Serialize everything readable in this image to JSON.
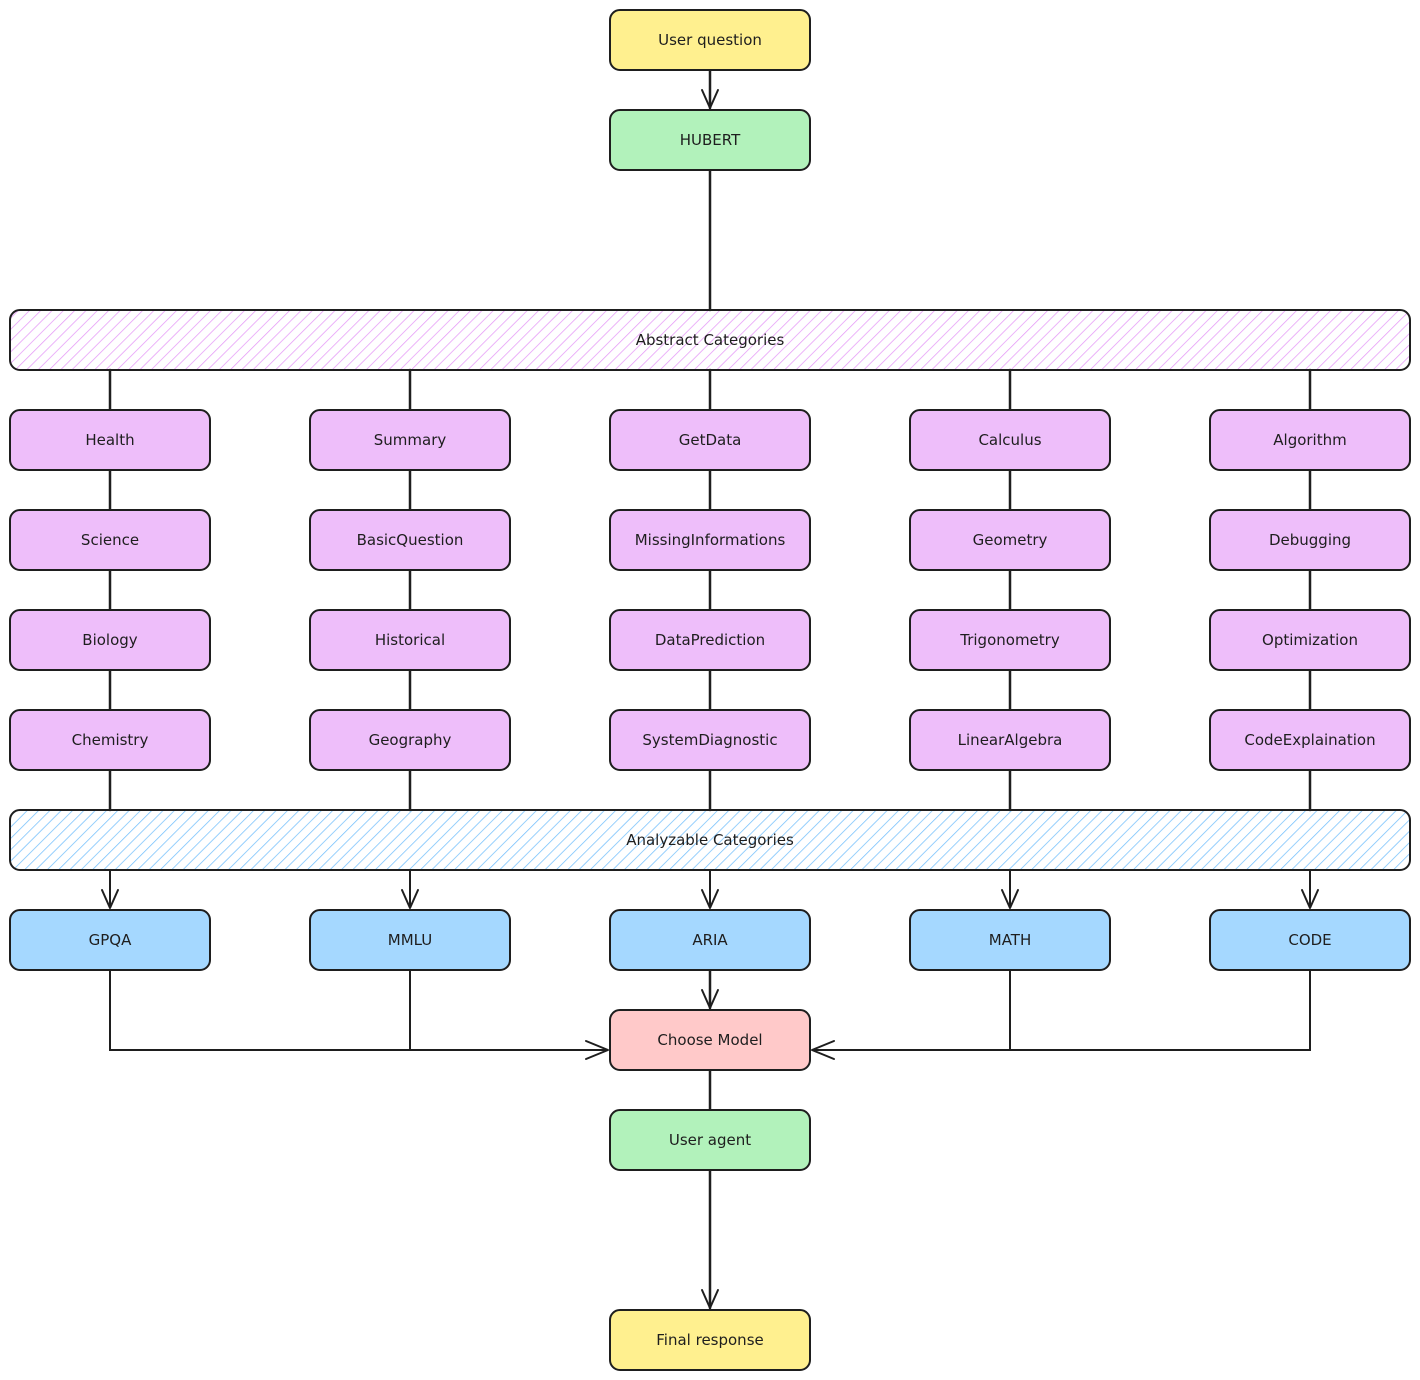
{
  "colors": {
    "yellow": "#fff08f",
    "green": "#b2f2bb",
    "purple": "#eebefa",
    "blue": "#a5d8ff",
    "pink": "#ffc9c9",
    "purple_hatch": "#e599f7",
    "blue_hatch": "#74c0fc",
    "stroke": "#1e1e1e"
  },
  "flow": {
    "user_question": "User question",
    "hubert": "HUBERT",
    "choose_model": "Choose Model",
    "user_agent": "User agent",
    "final_response": "Final response"
  },
  "abstract_bar": {
    "label": "Abstract Categories"
  },
  "analyzable_bar": {
    "label": "Analyzable Categories"
  },
  "columns": [
    {
      "categories": [
        "Health",
        "Science",
        "Biology",
        "Chemistry"
      ],
      "benchmark": "GPQA"
    },
    {
      "categories": [
        "Summary",
        "BasicQuestion",
        "Historical",
        "Geography"
      ],
      "benchmark": "MMLU"
    },
    {
      "categories": [
        "GetData",
        "MissingInformations",
        "DataPrediction",
        "SystemDiagnostic"
      ],
      "benchmark": "ARIA"
    },
    {
      "categories": [
        "Calculus",
        "Geometry",
        "Trigonometry",
        "LinearAlgebra"
      ],
      "benchmark": "MATH"
    },
    {
      "categories": [
        "Algorithm",
        "Debugging",
        "Optimization",
        "CodeExplaination"
      ],
      "benchmark": "CODE"
    }
  ]
}
